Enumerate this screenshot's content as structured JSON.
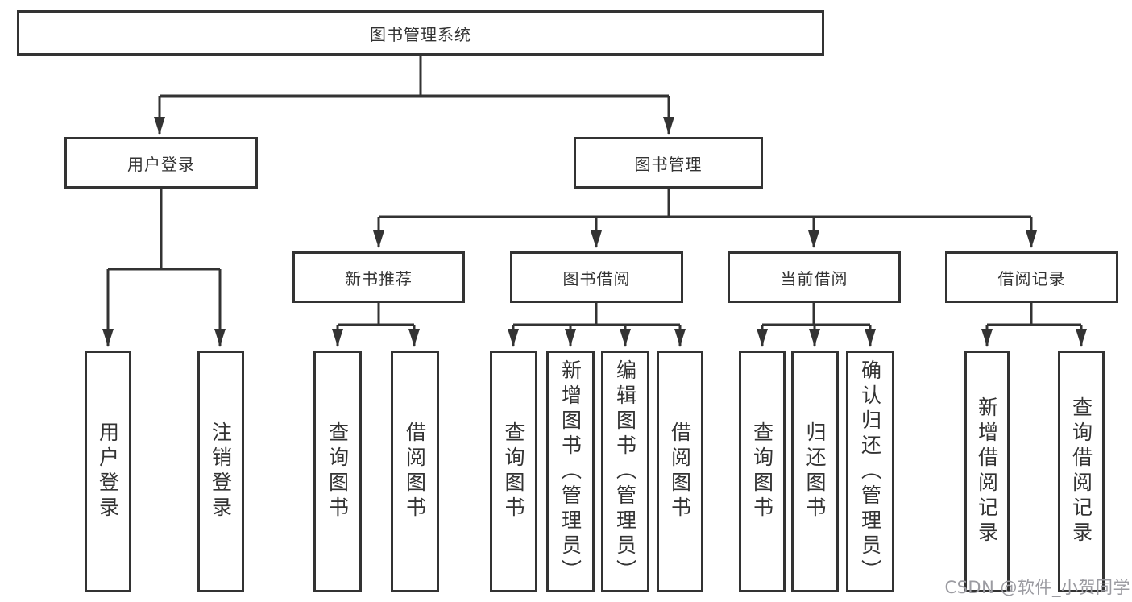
{
  "tree": {
    "root": {
      "label": "图书管理系统"
    },
    "branches": [
      {
        "label": "用户登录",
        "children": [
          {
            "label": "用户登录"
          },
          {
            "label": "注销登录"
          }
        ]
      },
      {
        "label": "图书管理",
        "sections": [
          {
            "label": "新书推荐",
            "children": [
              {
                "label": "查询图书"
              },
              {
                "label": "借阅图书"
              }
            ]
          },
          {
            "label": "图书借阅",
            "children": [
              {
                "label": "查询图书"
              },
              {
                "label": "新增图书（管理员）"
              },
              {
                "label": "编辑图书（管理员）"
              },
              {
                "label": "借阅图书"
              }
            ]
          },
          {
            "label": "当前借阅",
            "children": [
              {
                "label": "查询图书"
              },
              {
                "label": "归还图书"
              },
              {
                "label": "确认归还（管理员）"
              }
            ]
          },
          {
            "label": "借阅记录",
            "children": [
              {
                "label": "新增借阅记录"
              },
              {
                "label": "查询借阅记录"
              }
            ]
          }
        ]
      }
    ]
  },
  "watermark": {
    "text": "CSDN @软件_小贺同学"
  },
  "colors": {
    "line": "#333333",
    "text": "#333333",
    "background": "#ffffff",
    "watermark": "#9b9ba1"
  }
}
